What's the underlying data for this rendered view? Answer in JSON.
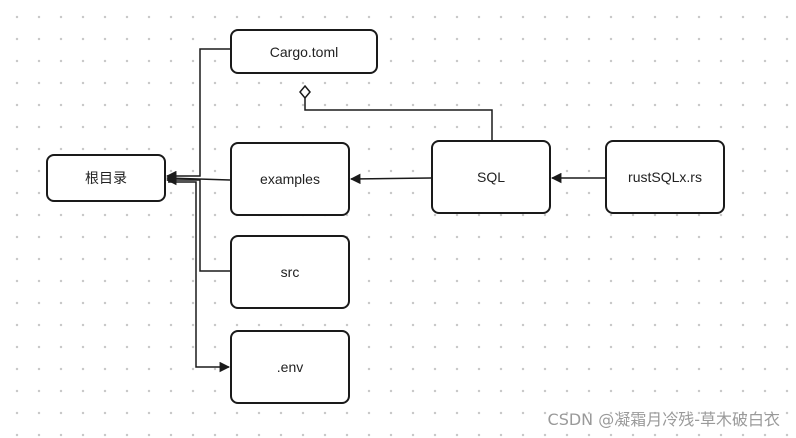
{
  "nodes": {
    "root": "根目录",
    "cargo": "Cargo.toml",
    "examples": "examples",
    "src": "src",
    "env": ".env",
    "sql": "SQL",
    "rust": "rustSQLx.rs"
  },
  "watermark": "CSDN @凝霜月冷残-草木破白衣",
  "colors": {
    "stroke": "#1a1a1a",
    "background": "#ffffff",
    "grid_dot": "#c9c9c9",
    "watermark": "#9a9a9a"
  }
}
